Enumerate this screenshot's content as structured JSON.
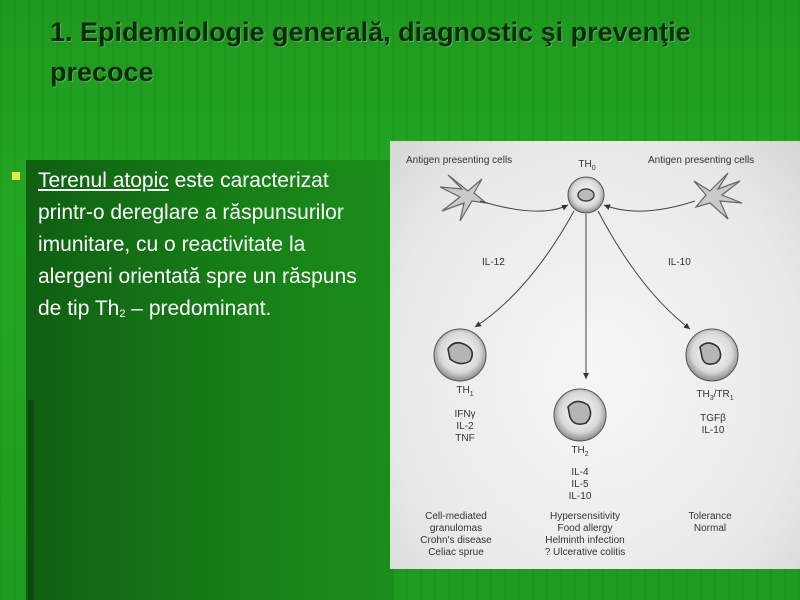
{
  "title": "1. Epidemiologie generală, diagnostic şi prevenţie precoce",
  "bullet": {
    "term": "Terenul atopic",
    "text_1": " este caracterizat printr-o dereglare a răspunsurilor imunitare, cu o reactivitate la alergeni orientată spre un răspuns de tip Th",
    "sub": "2",
    "text_2": " – predominant."
  },
  "diagram": {
    "apc_left": "Antigen presenting cells",
    "apc_right": "Antigen presenting cells",
    "th0": "TH",
    "th0_sub": "0",
    "il12": "IL-12",
    "il10": "IL-10",
    "th1": {
      "label": "TH",
      "sub": "1",
      "cytokines": [
        "IFNγ",
        "IL-2",
        "TNF"
      ]
    },
    "th2": {
      "label": "TH",
      "sub": "2",
      "cytokines": [
        "IL-4",
        "IL-5",
        "IL-10"
      ]
    },
    "th3": {
      "label": "TH",
      "sub": "3",
      "label_b": "/TR",
      "sub_b": "1",
      "cytokines": [
        "TGFβ",
        "IL-10"
      ]
    },
    "outcome_left": {
      "heading": "Cell-mediated granulomas",
      "items": [
        "Crohn's disease",
        "Celiac sprue"
      ]
    },
    "outcome_mid": {
      "heading": "Hypersensitivity",
      "items": [
        "Food allergy",
        "Helminth infection",
        "? Ulcerative colitis"
      ]
    },
    "outcome_right": {
      "heading": "Tolerance",
      "items": [
        "Normal"
      ]
    }
  },
  "colors": {
    "background": "#23a823",
    "title": "#0b2a0b",
    "text": "#ffffff",
    "bullet": "#e6e84a"
  }
}
